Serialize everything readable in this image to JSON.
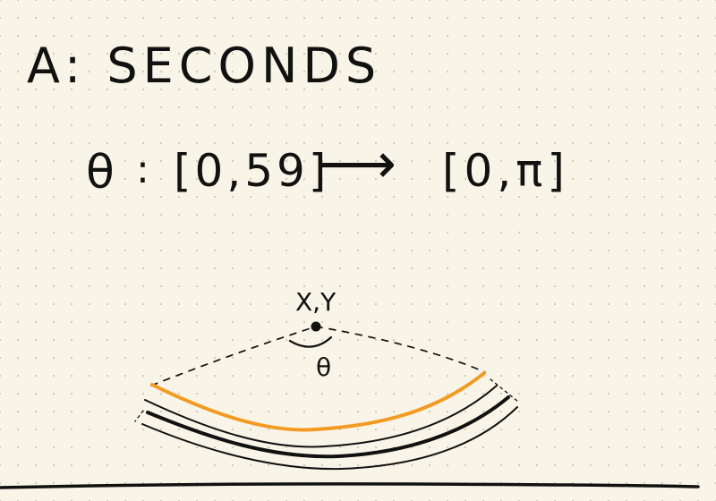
{
  "title": "A: SECONDS",
  "mapping": {
    "variable": "θ",
    "colon": ":",
    "source_range": "[0,59]",
    "arrow": "⟶",
    "target_range": "[0,π]"
  },
  "diagram": {
    "center_label": "X,Y",
    "angle_label": "θ"
  },
  "colors": {
    "background": "#f8f4e7",
    "ink": "#111111",
    "highlight": "#f39a22"
  }
}
